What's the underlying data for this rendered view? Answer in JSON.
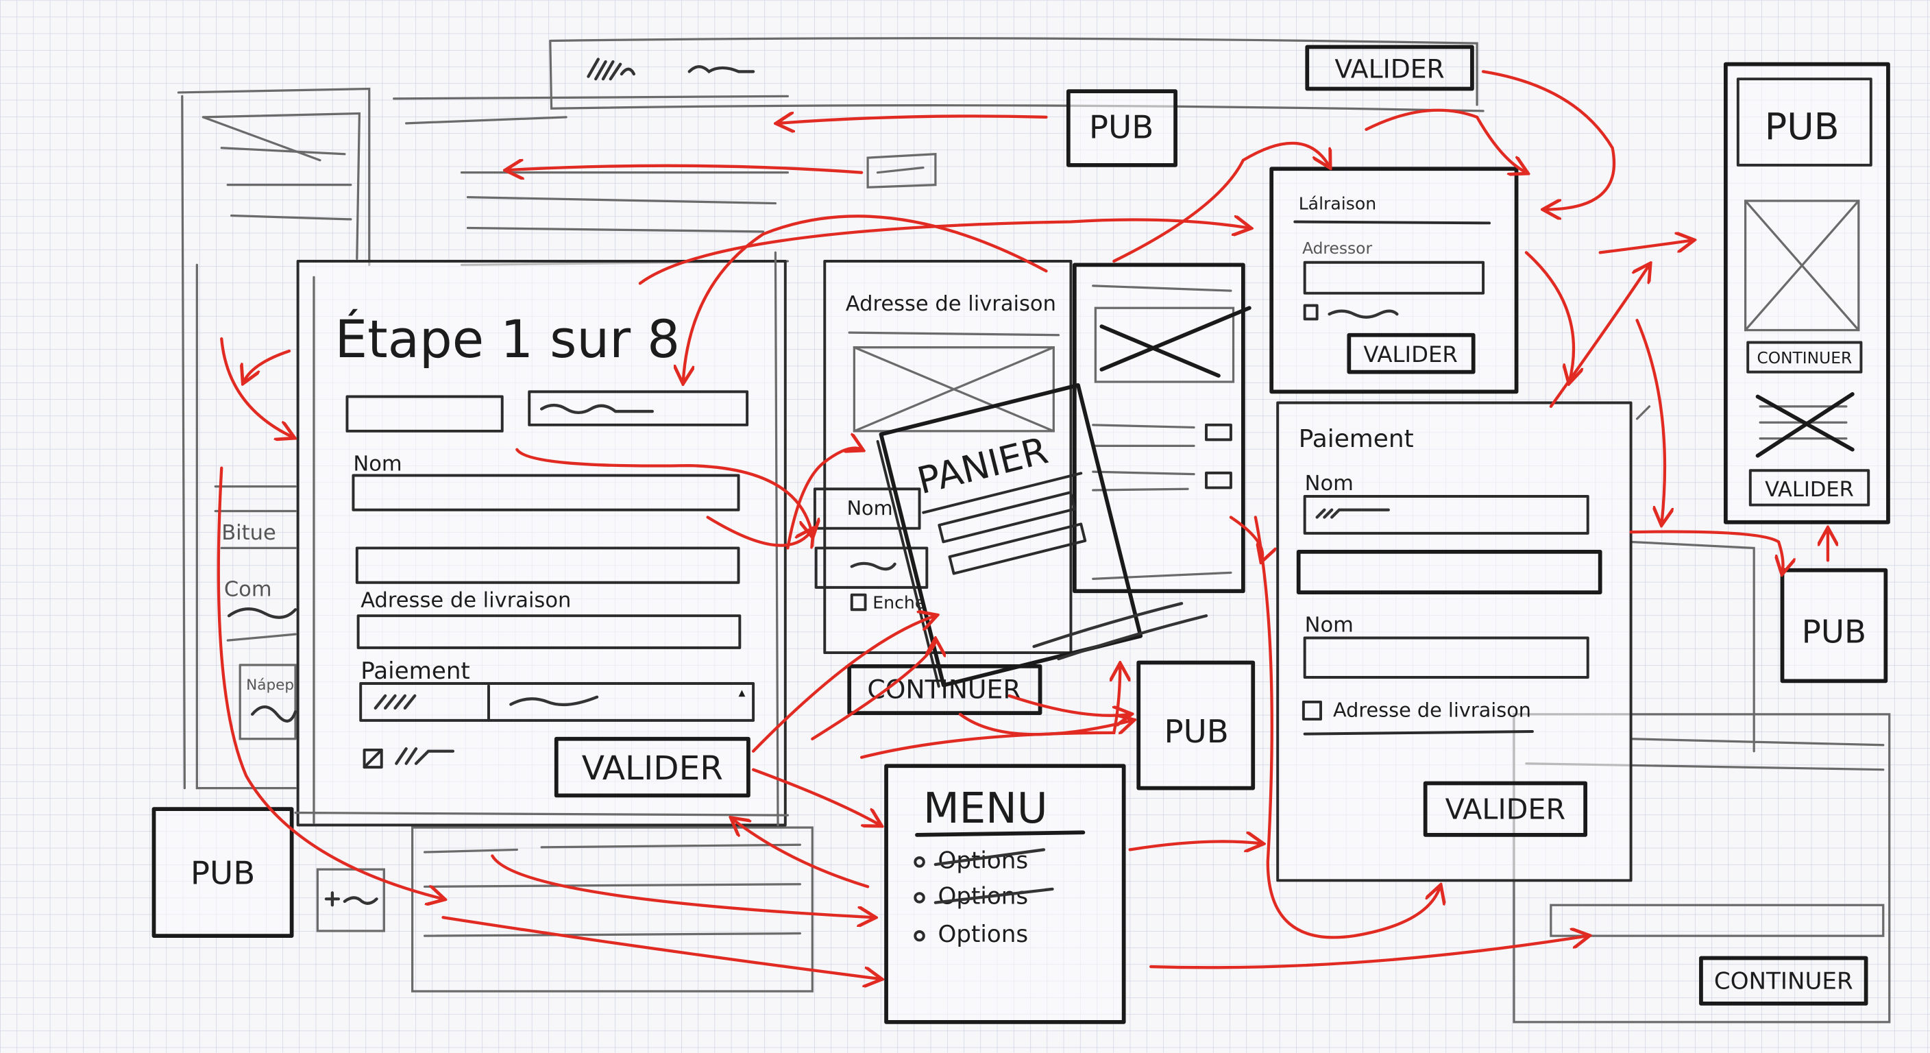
{
  "colors": {
    "paper": "#f7f7f9",
    "grid": "#c9cde0",
    "ink": "#1c1c1c",
    "arrow": "#e02a22"
  },
  "top_bar": {
    "button": "VALIDER"
  },
  "ads": {
    "top": "PUB",
    "bottom_left": "PUB",
    "middle": "PUB",
    "right_column": "PUB",
    "right": "PUB"
  },
  "background_panel": {
    "labels": [
      "Bitue",
      "Com",
      "Nápep"
    ]
  },
  "step_form": {
    "title": "Étape 1 sur 8",
    "name_label": "Nom",
    "address_label": "Adresse de livraison",
    "payment_label": "Paiement",
    "submit": "VALIDER"
  },
  "delivery_panel": {
    "title": "Adresse de livraison",
    "name_label": "Nom",
    "checkbox_label": "Enche"
  },
  "cart": {
    "title": "PANIER"
  },
  "continue_button": "CONTINUER",
  "menu": {
    "title": "MENU",
    "items": [
      {
        "label": "Options",
        "struck": true
      },
      {
        "label": "Options",
        "struck": true
      },
      {
        "label": "Options",
        "struck": false
      }
    ]
  },
  "livraison_panel": {
    "title": "Lálraison",
    "field_label": "Adressor",
    "submit": "VALIDER"
  },
  "payment_panel": {
    "title": "Paiement",
    "name_label_1": "Nom",
    "name_label_2": "Nom",
    "checkbox_label": "Adresse de livraison",
    "submit": "VALIDER"
  },
  "right_column": {
    "continue": "CONTINUER",
    "submit": "VALIDER"
  },
  "bottom_right": {
    "continue": "CONTINUER"
  }
}
